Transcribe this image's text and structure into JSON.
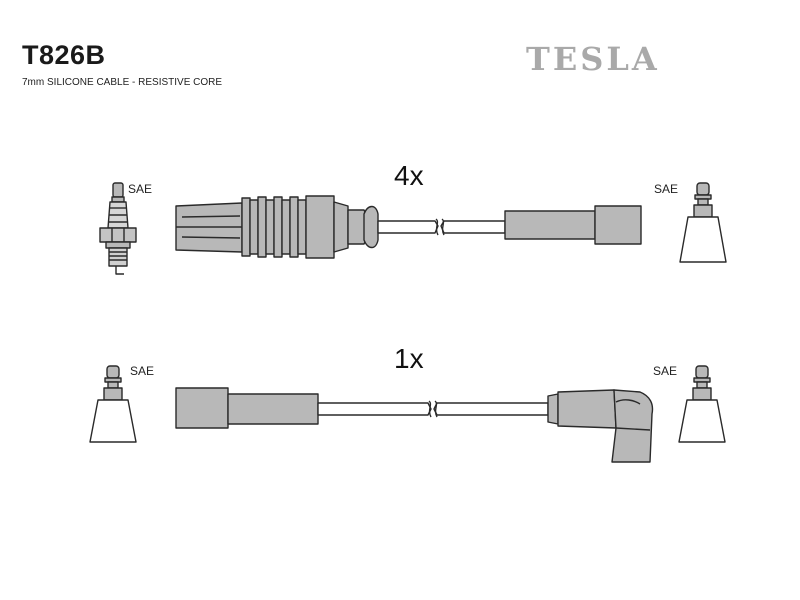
{
  "header": {
    "part_number": "T826B",
    "subtitle": "7mm SILICONE CABLE - RESISTIVE CORE",
    "brand": "TESLA"
  },
  "cables": [
    {
      "quantity": "4x",
      "left_connector": "SAE",
      "right_connector": "SAE",
      "left_part": "spark-plug-icon",
      "right_part": "plug-terminal-icon"
    },
    {
      "quantity": "1x",
      "left_connector": "SAE",
      "right_connector": "SAE",
      "left_part": "plug-terminal-icon",
      "right_part": "plug-terminal-icon"
    }
  ],
  "colors": {
    "boot_fill": "#b8b8b8",
    "stroke": "#2a2a2a",
    "brand": "#a9a9a9"
  }
}
